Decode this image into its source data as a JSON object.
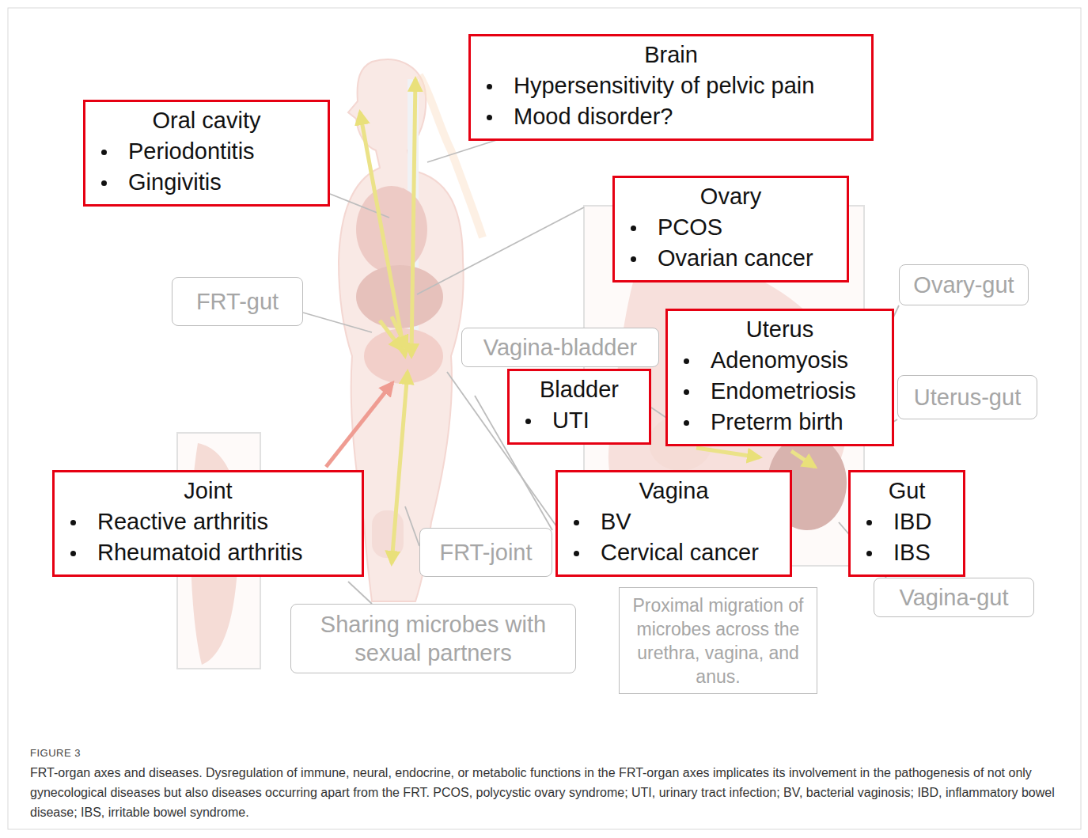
{
  "diagram": {
    "title": "FIGURE 3",
    "caption": "FRT-organ axes and diseases. Dysregulation of immune, neural, endocrine, or metabolic functions in the FRT-organ axes implicates its involvement in the pathogenesis of not only gynecological diseases but also diseases occurring apart from the FRT. PCOS, polycystic ovary syndrome; UTI, urinary tract infection; BV, bacterial vaginosis; IBD, inflammatory bowel disease; IBS, irritable bowel syndrome.",
    "nodes": [
      {
        "text": [
          "Brain",
          "Hypersensitivity of pelvic pain",
          "Mood disorder?"
        ]
      },
      {
        "text": [
          "Oral cavity",
          "Periodontitis",
          "Gingivitis"
        ]
      },
      {
        "text": [
          "Ovary",
          "PCOS",
          "Ovarian cancer"
        ]
      },
      {
        "text": [
          "FRT-gut"
        ]
      },
      {
        "text": [
          "Ovary-gut"
        ]
      },
      {
        "text": [
          "Uterus",
          "Adenomyosis",
          "Endometriosis",
          "Preterm birth"
        ]
      },
      {
        "text": [
          "Vagina-bladder"
        ]
      },
      {
        "text": [
          "Bladder",
          "UTI"
        ]
      },
      {
        "text": [
          "Uterus-gut"
        ]
      },
      {
        "text": [
          "Joint",
          "Reactive arthritis",
          "Rheumatoid arthritis"
        ]
      },
      {
        "text": [
          "Vagina",
          "BV",
          "Cervical cancer"
        ]
      },
      {
        "text": [
          "Gut",
          "IBD",
          "IBS"
        ]
      },
      {
        "text": [
          "FRT-joint"
        ]
      },
      {
        "text": [
          "Vagina-gut"
        ]
      },
      {
        "text": [
          "Sharing microbes with sexual partners"
        ]
      },
      {
        "text": [
          "Proximal migration of microbes across the urethra, vagina, and anus."
        ]
      }
    ]
  }
}
